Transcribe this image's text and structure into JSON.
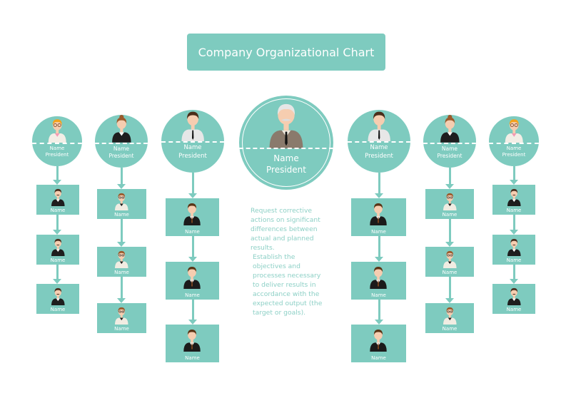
{
  "title": "Company Organizational Chart",
  "colors": {
    "accent": "#7ecbbf",
    "text_light": "#8dd0c6"
  },
  "president": {
    "name": "Name",
    "role": "President",
    "avatar": "boss"
  },
  "description": [
    "Request corrective actions on significant differences between actual and planned results.",
    "Establish the objectives and processes necessary to deliver results in accordance with the expected output (the target or goals)."
  ],
  "columns": [
    {
      "head": {
        "name": "Name",
        "role": "President",
        "avatar": "f-glasses"
      },
      "members": [
        {
          "name": "Name",
          "avatar": "m-beard"
        },
        {
          "name": "Name",
          "avatar": "m-beard"
        },
        {
          "name": "Name",
          "avatar": "m-beard"
        }
      ]
    },
    {
      "head": {
        "name": "Name",
        "role": "President",
        "avatar": "f-bun"
      },
      "members": [
        {
          "name": "Name",
          "avatar": "m-glasses"
        },
        {
          "name": "Name",
          "avatar": "m-glasses"
        },
        {
          "name": "Name",
          "avatar": "m-glasses"
        }
      ]
    },
    {
      "head": {
        "name": "Name",
        "role": "President",
        "avatar": "m-white"
      },
      "members": [
        {
          "name": "Name",
          "avatar": "m-suit"
        },
        {
          "name": "Name",
          "avatar": "m-suit"
        },
        {
          "name": "Name",
          "avatar": "m-suit"
        }
      ]
    },
    {
      "head": {
        "name": "Name",
        "role": "President",
        "avatar": "m-white"
      },
      "members": [
        {
          "name": "Name",
          "avatar": "m-suit"
        },
        {
          "name": "Name",
          "avatar": "m-suit"
        },
        {
          "name": "Name",
          "avatar": "m-suit"
        }
      ]
    },
    {
      "head": {
        "name": "Name",
        "role": "President",
        "avatar": "f-bun"
      },
      "members": [
        {
          "name": "Name",
          "avatar": "m-glasses"
        },
        {
          "name": "Name",
          "avatar": "m-glasses"
        },
        {
          "name": "Name",
          "avatar": "m-glasses"
        }
      ]
    },
    {
      "head": {
        "name": "Name",
        "role": "President",
        "avatar": "f-glasses"
      },
      "members": [
        {
          "name": "Name",
          "avatar": "m-beard"
        },
        {
          "name": "Name",
          "avatar": "m-beard"
        },
        {
          "name": "Name",
          "avatar": "m-beard"
        }
      ]
    }
  ]
}
